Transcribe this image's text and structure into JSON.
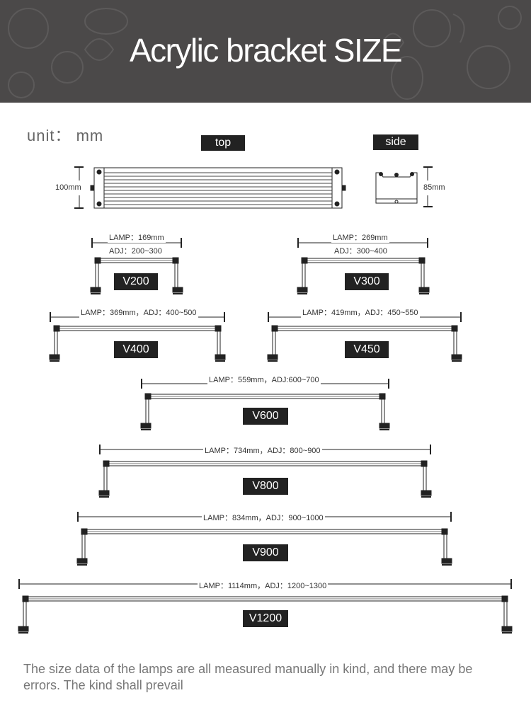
{
  "header": {
    "title": "Acrylic bracket SIZE"
  },
  "unit_label": "unit： mm",
  "views": {
    "top_label": "top",
    "side_label": "side",
    "top_height": "100mm",
    "side_height": "85mm"
  },
  "models": [
    {
      "name": "V200",
      "lamp": "LAMP：169mm",
      "adj": "ADJ：200~300"
    },
    {
      "name": "V300",
      "lamp": "LAMP：269mm",
      "adj": "ADJ：300~400"
    },
    {
      "name": "V400",
      "lamp": "LAMP：369mm，ADJ：400~500"
    },
    {
      "name": "V450",
      "lamp": "LAMP：419mm，ADJ：450~550"
    },
    {
      "name": "V600",
      "lamp": "LAMP：559mm，ADJ:600~700"
    },
    {
      "name": "V800",
      "lamp": "LAMP：734mm，ADJ：800~900"
    },
    {
      "name": "V900",
      "lamp": "LAMP：834mm，ADJ：900~1000"
    },
    {
      "name": "V1200",
      "lamp": "LAMP：1114mm，ADJ：1200~1300"
    }
  ],
  "footer": {
    "note": "The size data of the lamps are all measured manually in kind, and there may be errors. The kind shall prevail"
  },
  "colors": {
    "header_bg": "#4b4949",
    "tag_bg": "#222222"
  }
}
